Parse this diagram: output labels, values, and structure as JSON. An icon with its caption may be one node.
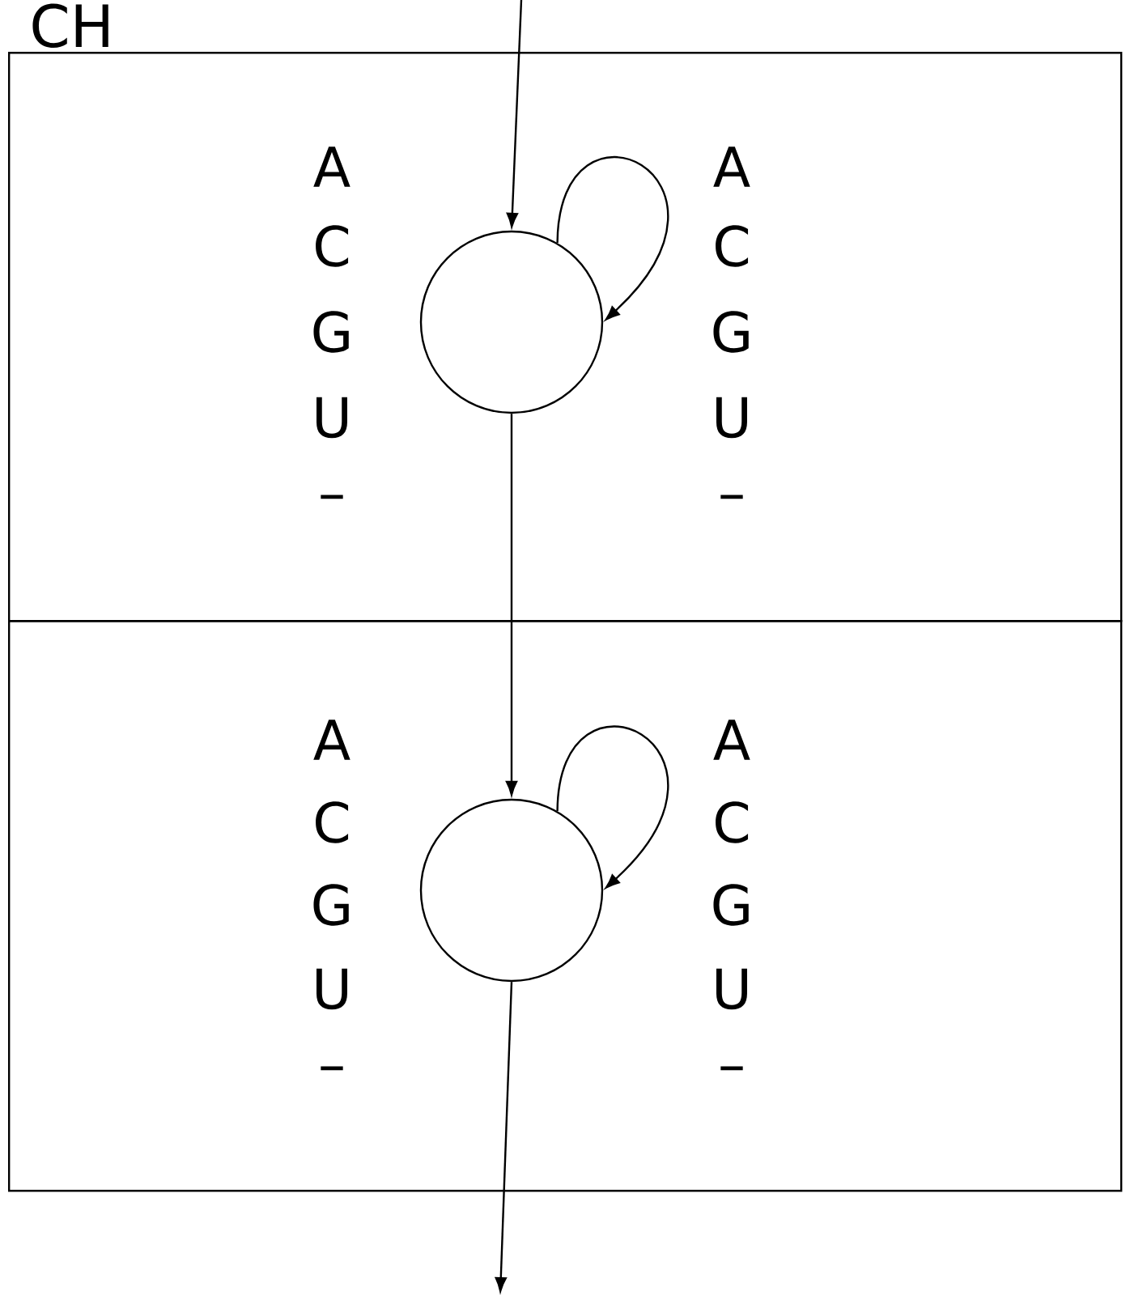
{
  "diagram": {
    "title": "CH",
    "nodes": [
      {
        "text": [],
        "shape": "box"
      },
      {
        "text": [],
        "shape": "circle",
        "in": 0
      },
      {
        "text": [],
        "shape": "box"
      },
      {
        "text": [],
        "shape": "circle",
        "in": 2
      }
    ],
    "edges": [
      {
        "from": null,
        "to": 1,
        "arrow": "to"
      },
      {
        "from": 1,
        "to": 1,
        "arrow": "to"
      },
      {
        "from": 1,
        "to": 3,
        "arrow": "to"
      },
      {
        "from": 3,
        "to": 3,
        "arrow": "to"
      },
      {
        "from": 3,
        "to": null,
        "arrow": "to"
      }
    ],
    "labels": [
      "A",
      "A",
      "C",
      "C",
      "G",
      "G",
      "U",
      "U",
      "–",
      "–",
      "A",
      "A",
      "C",
      "C",
      "G",
      "G",
      "U",
      "U",
      "–",
      "–"
    ]
  }
}
